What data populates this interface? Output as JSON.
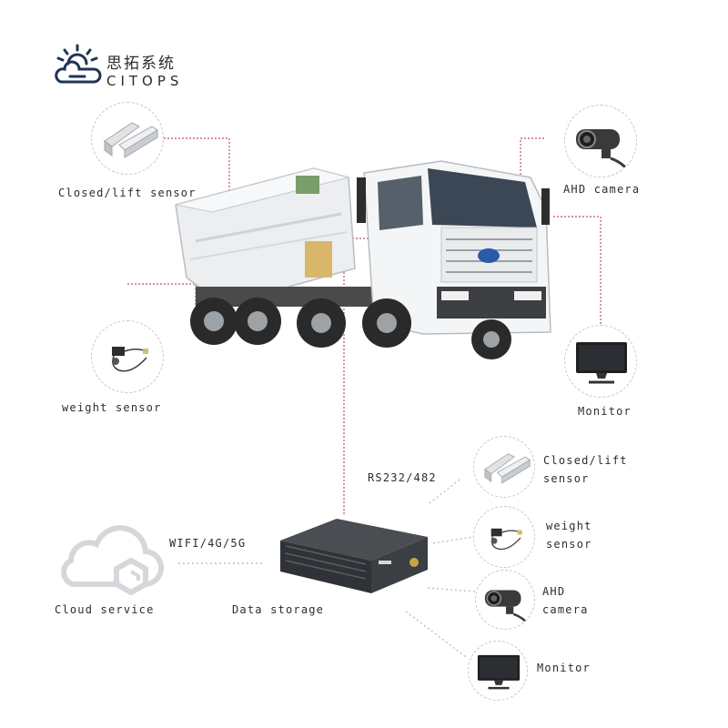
{
  "brand": {
    "name_cn": "思拓系统",
    "name_en": "CITOPS",
    "logo_icon": "cloud-sun-logo-icon"
  },
  "truck_labels": {
    "closed_lift_sensor": "Closed/lift sensor",
    "ahd_camera": "AHD camera",
    "weight_sensor": "weight sensor",
    "monitor": "Monitor"
  },
  "system": {
    "cloud_service": "Cloud service",
    "data_storage": "Data storage",
    "wifi_link": "WIFI/4G/5G",
    "rs_link": "RS232/482",
    "peripherals": [
      {
        "line1": "Closed/lift",
        "line2": "sensor",
        "icon": "door-sensor-icon"
      },
      {
        "line1": "weight",
        "line2": "sensor",
        "icon": "weight-sensor-icon"
      },
      {
        "line1": "AHD",
        "line2": "camera",
        "icon": "camera-icon"
      },
      {
        "line1": "Monitor",
        "line2": "",
        "icon": "monitor-icon"
      }
    ]
  },
  "colors": {
    "connector_red": "#c0505a",
    "connector_grey": "#b8c0cc",
    "bubble_border": "#c8c8c8",
    "text": "#2d2d2d"
  }
}
